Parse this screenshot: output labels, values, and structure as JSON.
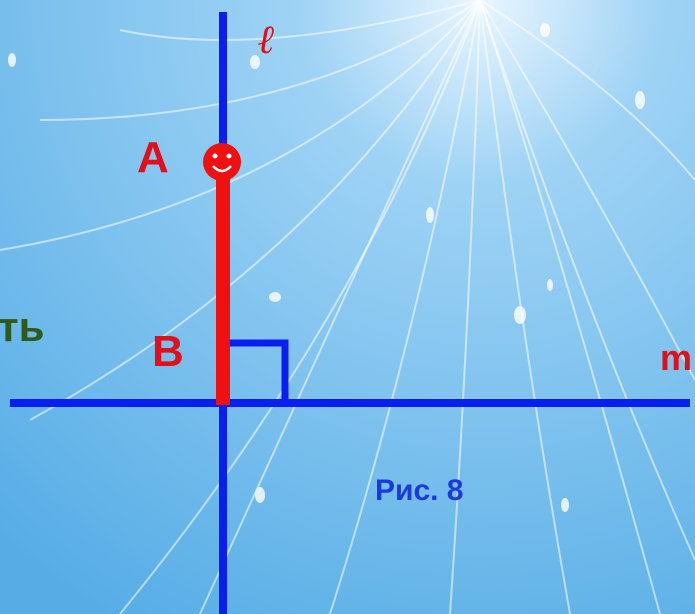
{
  "labels": {
    "line_l": "ℓ",
    "point_a": "A",
    "point_b": "B",
    "line_m": "m",
    "partial_word": "ть",
    "figure_caption": "Рис. 8"
  },
  "colors": {
    "background_top": "#5ab0e6",
    "background_bottom": "#bfe3f8",
    "line_blue": "#0a1ef0",
    "segment_red": "#f01010",
    "label_red": "#e0101a",
    "label_green": "#2f5a1a",
    "caption_blue": "#1a3ae0"
  },
  "icons": {
    "point_a_marker": "smiley-face-icon"
  }
}
